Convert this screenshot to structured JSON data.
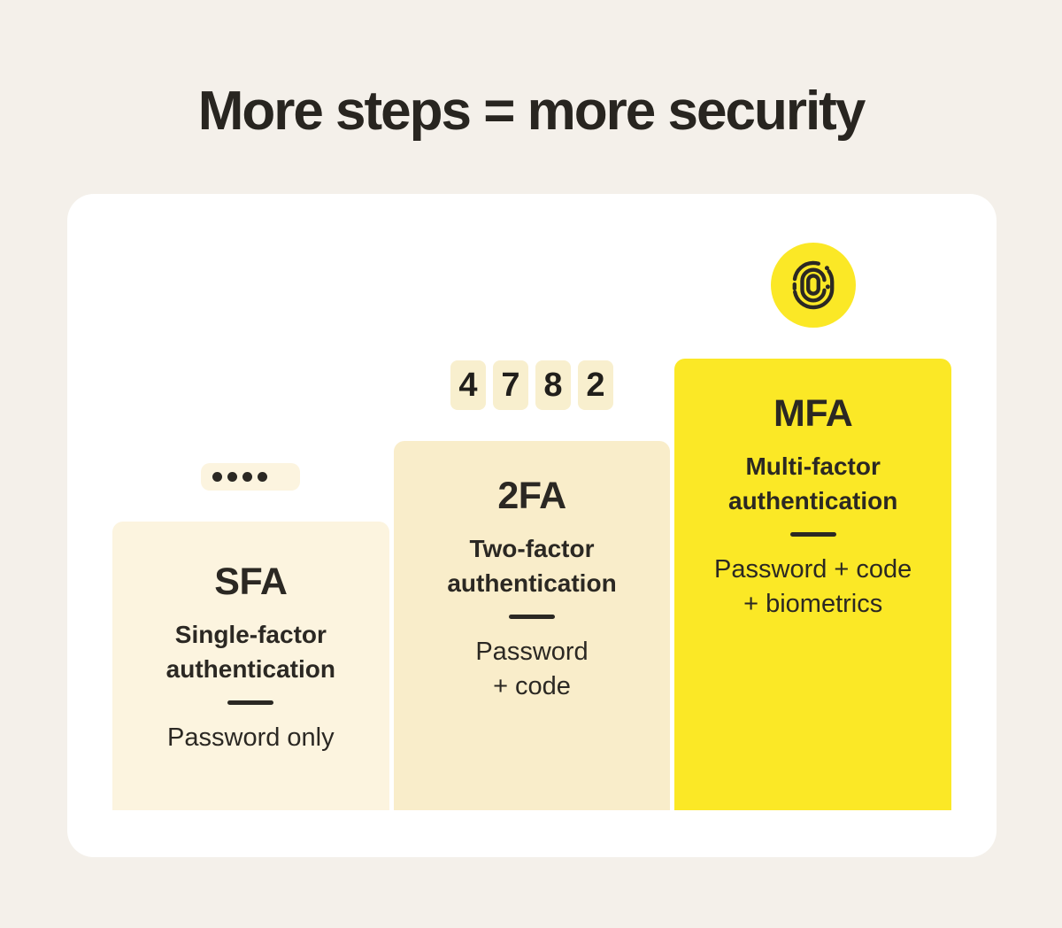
{
  "title": "More steps = more security",
  "colors": {
    "page_background": "#F4F0EA",
    "card_background": "#FFFFFF",
    "ink": "#2B2823",
    "sfa_fill": "#FCF4DF",
    "twofa_fill": "#F9EDCA",
    "mfa_fill": "#FBE826"
  },
  "columns": [
    {
      "acronym": "SFA",
      "name_lines": [
        "Single-factor",
        "authentication"
      ],
      "desc_lines": [
        "Password only"
      ],
      "fill": "#FCF4DF"
    },
    {
      "acronym": "2FA",
      "name_lines": [
        "Two-factor",
        "authentication"
      ],
      "desc_lines": [
        "Password",
        "+ code"
      ],
      "fill": "#F9EDCA"
    },
    {
      "acronym": "MFA",
      "name_lines": [
        "Multi-factor",
        "authentication"
      ],
      "desc_lines": [
        "Password + code",
        "+ biometrics"
      ],
      "fill": "#FBE826"
    }
  ],
  "decorations": {
    "password_dots_count": 4,
    "password_pill_fill": "#FCF4DF",
    "code_digits": [
      "4",
      "7",
      "8",
      "2"
    ],
    "code_box_fill": "#F8EFCE",
    "fingerprint_circle_fill": "#FBE826"
  }
}
